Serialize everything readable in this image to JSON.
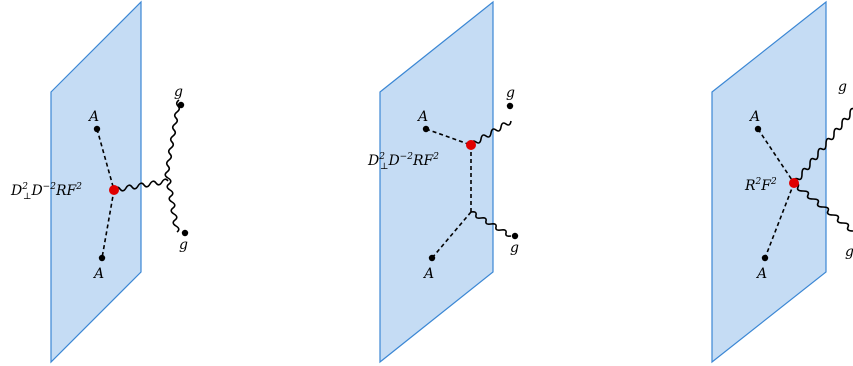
{
  "panels": [
    {
      "labels": {
        "top_a": "A",
        "bottom_a": "A",
        "gluon_top": "g",
        "gluon_bottom": "g"
      },
      "vertex_label": {
        "base1": "D",
        "sup1": "2",
        "sub1": "⊥",
        "base2": "D",
        "sup2": "−2",
        "base3": "RF",
        "sup3": "2"
      }
    },
    {
      "labels": {
        "top_a": "A",
        "bottom_a": "A",
        "gluon_top": "g",
        "gluon_bottom": "g"
      },
      "vertex_label": {
        "base1": "D",
        "sup1": "2",
        "sub1": "⊥",
        "base2": "D",
        "sup2": "−2",
        "base3": "RF",
        "sup3": "2"
      }
    },
    {
      "labels": {
        "top_a": "A",
        "bottom_a": "A",
        "gluon_top": "g",
        "gluon_bottom": "g"
      },
      "vertex_label": {
        "base1": "R",
        "sup1": "2",
        "base2": "F",
        "sup2": "2"
      }
    }
  ],
  "colors": {
    "plane_fill": "#c5dcf4",
    "plane_edge": "#3b87d4",
    "vertex": "#e00000",
    "endpoint": "#000000"
  }
}
